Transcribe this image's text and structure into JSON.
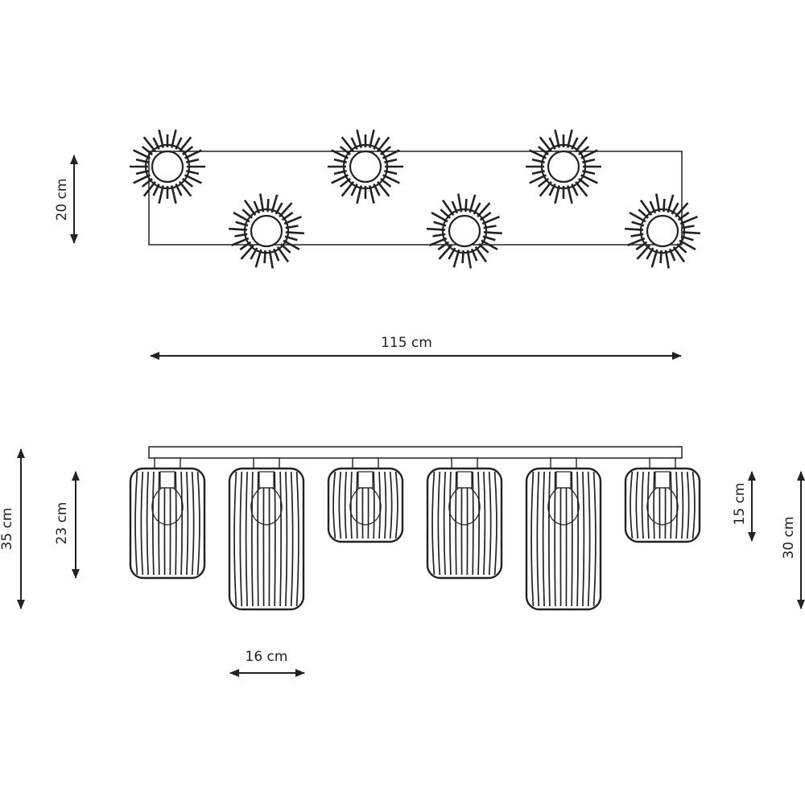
{
  "top_view": {
    "lamp_count": 6,
    "dimensions": {
      "depth_label": "20 cm",
      "width_label": "115 cm"
    }
  },
  "front_view": {
    "lamps": [
      {
        "size": "short"
      },
      {
        "size": "tall"
      },
      {
        "size": "small"
      },
      {
        "size": "short"
      },
      {
        "size": "tall"
      },
      {
        "size": "small"
      }
    ],
    "dimensions": {
      "total_height_label": "35 cm",
      "shade_height_label": "23 cm",
      "small_shade_height_label": "15 cm",
      "tall_shade_height_label": "30 cm",
      "shade_diameter_label": "16 cm"
    }
  },
  "colors": {
    "line": "#222222",
    "background": "#ffffff"
  }
}
